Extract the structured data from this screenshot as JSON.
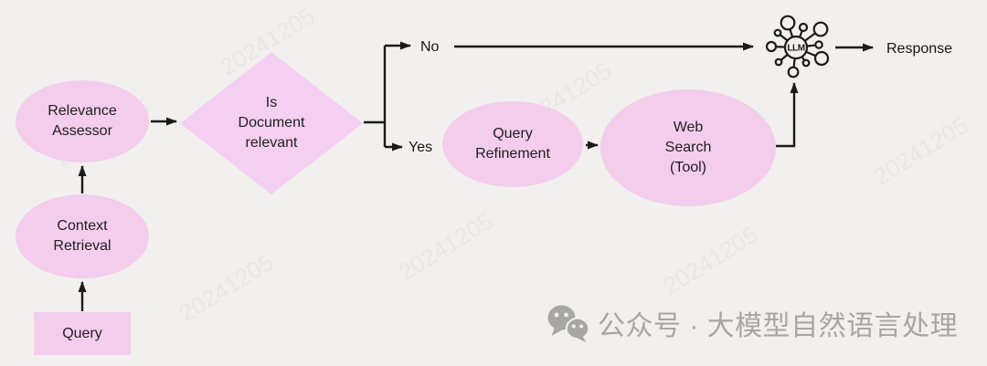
{
  "colors": {
    "background": "#f1f0ee",
    "node_fill": "#f3cdeb",
    "diamond_fill": "#f4cff1",
    "line": "#1a1a1a",
    "watermark_gray": "#a6a6a6"
  },
  "flowchart": {
    "nodes": {
      "query": {
        "label": "Query"
      },
      "context_retrieval": {
        "label": "Context\nRetrieval"
      },
      "relevance_assessor": {
        "label": "Relevance\nAssessor"
      },
      "decision": {
        "label": "Is\nDocument\nrelevant"
      },
      "query_refinement": {
        "label": "Query\nRefinement"
      },
      "web_search": {
        "label": "Web\nSearch\n(Tool)"
      }
    },
    "llm": {
      "label": "LLM",
      "icon": "llm-network-icon"
    },
    "branch_labels": {
      "no": "No",
      "yes": "Yes"
    },
    "response_label": "Response"
  },
  "watermark": {
    "icon": "wechat-icon",
    "channel_text": "公众号 · 大模型自然语言处理"
  },
  "background_watermark": {
    "text": "20241205"
  }
}
